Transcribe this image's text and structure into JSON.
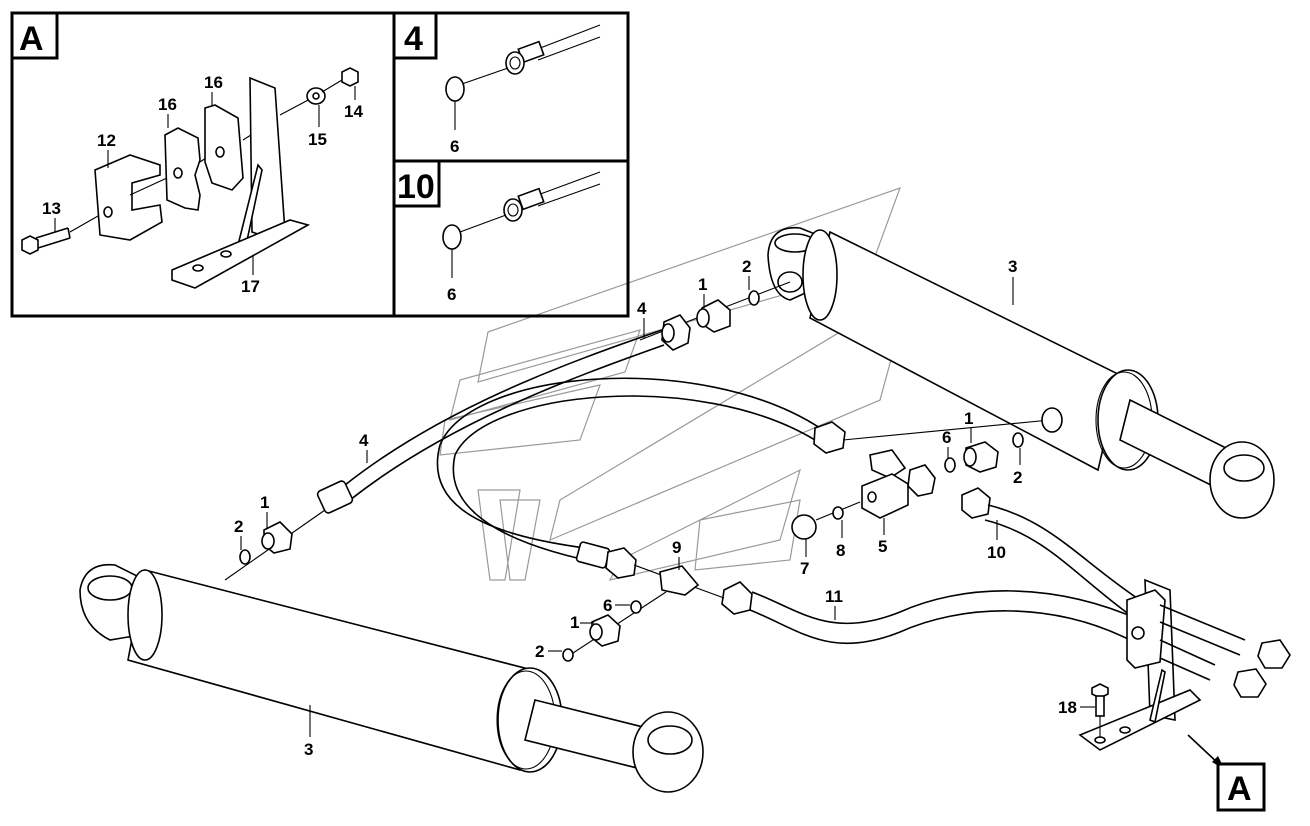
{
  "diagram": {
    "type": "exploded-parts-view",
    "insets": [
      {
        "id": "A",
        "label": "A",
        "callouts": [
          "16",
          "16",
          "12",
          "13",
          "14",
          "15",
          "17"
        ]
      },
      {
        "id": "4",
        "label": "4",
        "callouts": [
          "6"
        ]
      },
      {
        "id": "10",
        "label": "10",
        "callouts": [
          "6"
        ]
      }
    ],
    "callouts": {
      "a16a": "16",
      "a16b": "16",
      "a12": "12",
      "a13": "13",
      "a14": "14",
      "a15": "15",
      "a17": "17",
      "i4_6": "6",
      "i10_6": "6",
      "c3_top": "3",
      "c1_top": "1",
      "c2_top": "2",
      "c4_top": "4",
      "c6_right": "6",
      "c1_right": "1",
      "c2_right": "2",
      "c5": "5",
      "c7": "7",
      "c8": "8",
      "c10": "10",
      "c4_left": "4",
      "c1_left": "1",
      "c2_left": "2",
      "c9": "9",
      "c6_mid": "6",
      "c1_mid": "1",
      "c2_mid": "2",
      "c11": "11",
      "c3_bottom": "3",
      "c18": "18"
    },
    "detail_ref": "A",
    "colors": {
      "line": "#000000",
      "watermark": "#9a9a9a",
      "background": "#ffffff"
    }
  }
}
